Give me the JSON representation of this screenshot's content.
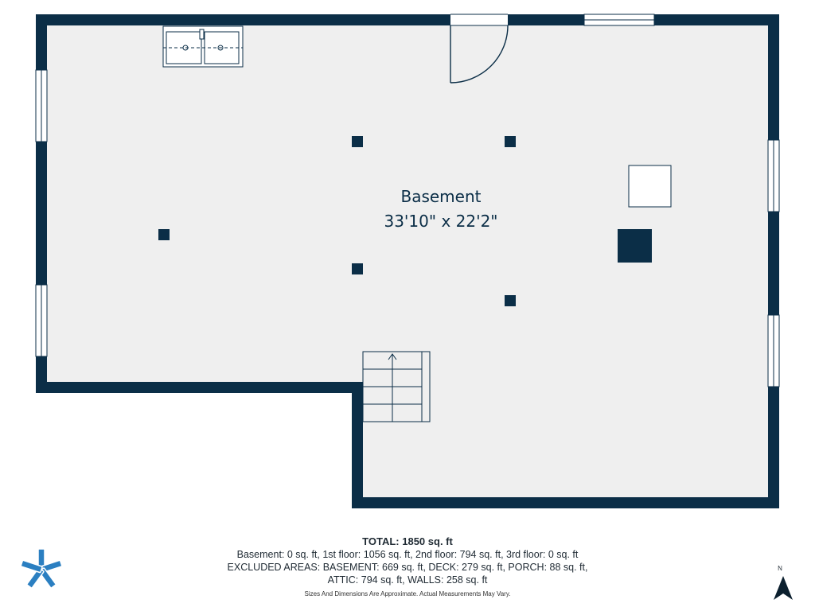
{
  "room": {
    "name": "Basement",
    "dimensions": "33'10\" x 22'2\""
  },
  "summary": {
    "total": "TOTAL: 1850 sq. ft",
    "line1": "Basement: 0 sq. ft, 1st floor: 1056 sq. ft, 2nd floor: 794 sq. ft, 3rd floor: 0 sq. ft",
    "line2": "EXCLUDED AREAS: BASEMENT: 669 sq. ft, DECK: 279 sq. ft, PORCH: 88 sq. ft,",
    "line3": "ATTIC: 794 sq. ft, WALLS: 258 sq. ft",
    "disclaimer": "Sizes And Dimensions Are Approximate. Actual Measurements May Vary."
  },
  "compass": {
    "label": "N"
  },
  "colors": {
    "wall": "#0b2e47",
    "floor": "#efefef",
    "logo": "#2b7fc1"
  },
  "icons": {
    "logo": "asterisk-logo-icon",
    "north": "north-arrow-icon"
  }
}
